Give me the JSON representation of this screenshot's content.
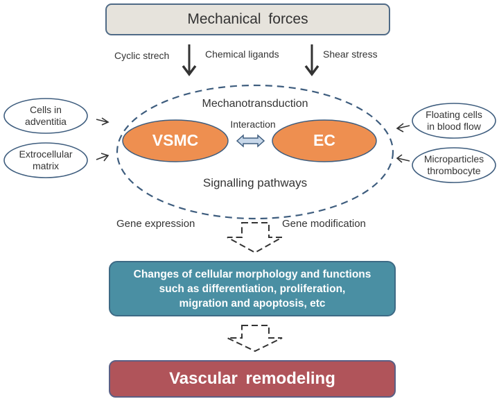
{
  "top_box": {
    "label": "Mechanical forces",
    "fill": "#e6e3dc"
  },
  "force_labels": {
    "left": "Cyclic strech",
    "middle": "Chemical ligands",
    "right": "Shear stress"
  },
  "left_inputs": [
    {
      "line1": "Cells in",
      "line2": "adventitia"
    },
    {
      "line1": "Extrocellular",
      "line2": "matrix"
    }
  ],
  "right_inputs": [
    {
      "line1": "Floating cells",
      "line2": "in blood flow"
    },
    {
      "line1": "Microparticles",
      "line2": "thrombocyte"
    }
  ],
  "center": {
    "top_label": "Mechanotransduction",
    "interaction_label": "Interaction",
    "cell_left": "VSMC",
    "cell_right": "EC",
    "bottom_label": "Signalling pathways",
    "cell_fill": "#ee8f50"
  },
  "gene_labels": {
    "left": "Gene expression",
    "right": "Gene modification"
  },
  "changes_box": {
    "line1": "Changes of cellular morphology and functions",
    "line2": "such as differentiation, proliferation,",
    "line3": "migration and apoptosis, etc",
    "fill": "#4a8fa3"
  },
  "outcome_box": {
    "label": "Vascular remodeling",
    "fill": "#b0545a"
  }
}
